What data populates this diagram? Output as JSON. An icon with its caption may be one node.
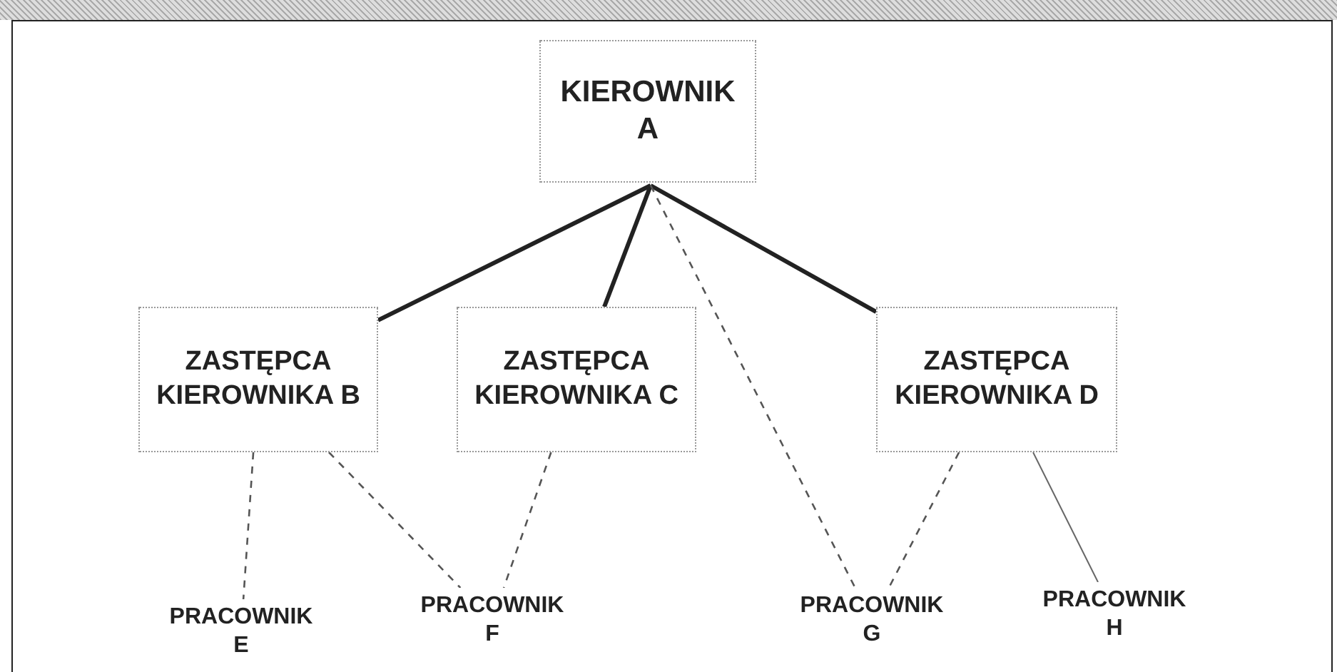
{
  "diagram": {
    "nodes": [
      {
        "text": [
          "KIEROWNIK A"
        ]
      },
      {
        "text": [
          "ZASTĘPCA KIEROWNIKA B"
        ]
      },
      {
        "text": [
          "ZASTĘPCA KIEROWNIKA C"
        ]
      },
      {
        "text": [
          "ZASTĘPCA KIEROWNIKA D"
        ]
      },
      {
        "text": [
          "PRACOWNIK E"
        ]
      },
      {
        "text": [
          "PRACOWNIK F"
        ]
      },
      {
        "text": [
          "PRACOWNIK G"
        ]
      },
      {
        "text": [
          "PRACOWNIK H"
        ]
      }
    ],
    "edges": [
      {
        "from": 0,
        "to": 1,
        "arrow": "none",
        "style": "thick"
      },
      {
        "from": 0,
        "to": 2,
        "arrow": "none",
        "style": "thick"
      },
      {
        "from": 0,
        "to": 3,
        "arrow": "none",
        "style": "thick"
      },
      {
        "from": 0,
        "to": 6,
        "arrow": "none",
        "style": "dashed"
      },
      {
        "from": 1,
        "to": 4,
        "arrow": "none",
        "style": "dashed"
      },
      {
        "from": 1,
        "to": 5,
        "arrow": "none",
        "style": "dashed"
      },
      {
        "from": 2,
        "to": 5,
        "arrow": "none",
        "style": "dashed"
      },
      {
        "from": 3,
        "to": 6,
        "arrow": "none",
        "style": "dashed"
      },
      {
        "from": 3,
        "to": 7,
        "arrow": "none"
      }
    ]
  }
}
